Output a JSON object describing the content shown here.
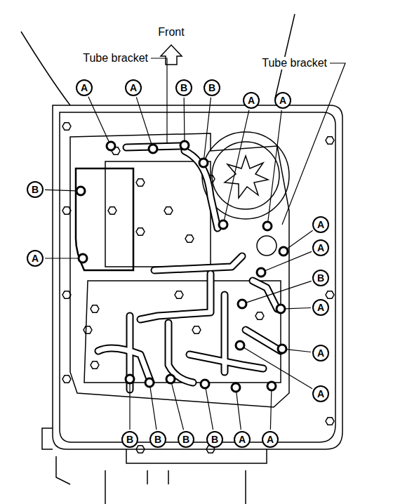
{
  "diagram": {
    "nodes": [
      {
        "text": [
          "A"
        ]
      },
      {
        "text": [
          "A"
        ]
      },
      {
        "text": [
          "B"
        ]
      },
      {
        "text": [
          "B"
        ]
      },
      {
        "text": [
          "A"
        ]
      },
      {
        "text": [
          "A"
        ]
      },
      {
        "text": [
          "B"
        ]
      },
      {
        "text": [
          "A"
        ]
      },
      {
        "text": [
          "A"
        ]
      },
      {
        "text": [
          "A"
        ]
      },
      {
        "text": [
          "B"
        ]
      },
      {
        "text": [
          "A"
        ]
      },
      {
        "text": [
          "A"
        ]
      },
      {
        "text": [
          "A"
        ]
      },
      {
        "text": [
          "B"
        ]
      },
      {
        "text": [
          "B"
        ]
      },
      {
        "text": [
          "B"
        ]
      },
      {
        "text": [
          "B"
        ]
      },
      {
        "text": [
          "A"
        ]
      },
      {
        "text": [
          "A"
        ]
      }
    ],
    "edges": [],
    "labels": [
      "Front",
      "Tube bracket",
      "Tube bracket"
    ]
  }
}
